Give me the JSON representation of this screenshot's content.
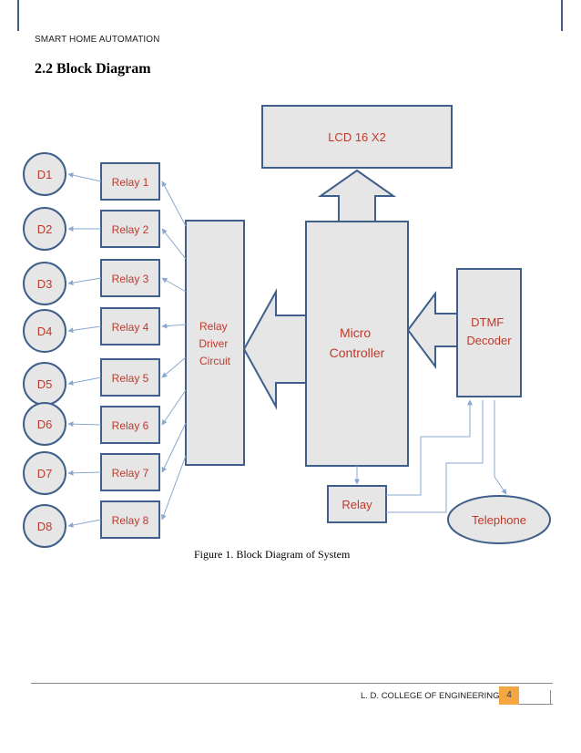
{
  "header": {
    "title": "SMART HOME AUTOMATION"
  },
  "section": {
    "title": "2.2 Block Diagram"
  },
  "diagram": {
    "lcd": "LCD 16 X2",
    "micro": [
      "Micro",
      "Controller"
    ],
    "relay_driver": [
      "Relay",
      "Driver",
      "Circuit"
    ],
    "dtmf": [
      "DTMF",
      "Decoder"
    ],
    "relay_bottom": "Relay",
    "telephone": "Telephone",
    "relays": [
      "Relay 1",
      "Relay 2",
      "Relay 3",
      "Relay 4",
      "Relay 5",
      "Relay 6",
      "Relay 7",
      "Relay 8"
    ],
    "devices": [
      "D1",
      "D2",
      "D3",
      "D4",
      "D5",
      "D6",
      "D7",
      "D8"
    ],
    "colors": {
      "fill": "#e6e6e6",
      "stroke": "#3f5f8a",
      "text": "#c0392b",
      "connector": "#8aa8d0"
    }
  },
  "figure": {
    "caption": "Figure 1. Block Diagram of System"
  },
  "footer": {
    "college": "L. D. COLLEGE OF ENGINEERING",
    "page": "4"
  }
}
